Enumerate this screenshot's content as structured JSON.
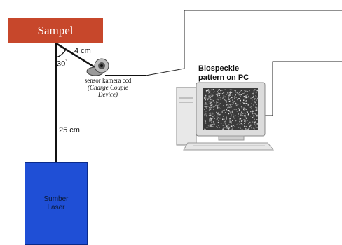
{
  "diagram": {
    "sample_label": "Sampel",
    "laser_label": "Sumber\nLaser",
    "distance_sample_camera": "4 cm",
    "angle": "30",
    "angle_unit": "°",
    "distance_laser_sample": "25 cm",
    "camera_label": "sensor kamera ccd",
    "camera_label_line2": "(Charge Couple",
    "camera_label_line3": "Device)",
    "pc_label_line1": "Biospeckle",
    "pc_label_line2": "pattern on PC",
    "colors": {
      "sample_box": "#c7472b",
      "laser_box": "#1f4fd6",
      "lines": "#111111",
      "screen": "#3a3a3a"
    }
  }
}
